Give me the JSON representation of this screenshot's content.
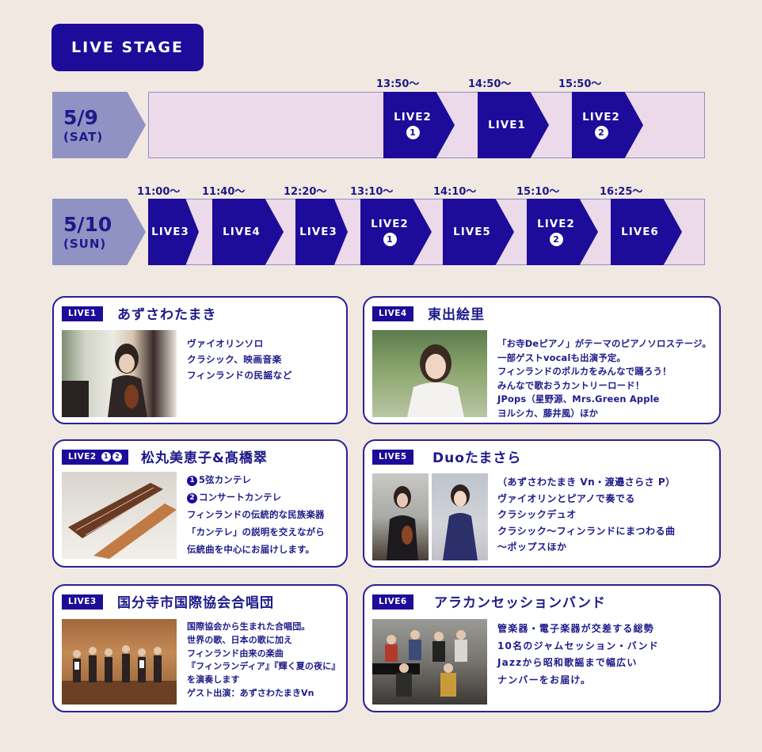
{
  "header": {
    "title": "LIVE STAGE"
  },
  "day1": {
    "date": "5/9",
    "weekday": "(SAT)",
    "times": [
      "13:50～",
      "14:50～",
      "15:50～"
    ],
    "blocks": [
      {
        "label": "LIVE2",
        "num": "1"
      },
      {
        "label": "LIVE1",
        "num": ""
      },
      {
        "label": "LIVE2",
        "num": "2"
      }
    ]
  },
  "day2": {
    "date": "5/10",
    "weekday": "(SUN)",
    "times": [
      "11:00～",
      "11:40～",
      "12:20～",
      "13:10～",
      "14:10～",
      "15:10～",
      "16:25～"
    ],
    "blocks": [
      {
        "label": "LIVE3",
        "num": ""
      },
      {
        "label": "LIVE4",
        "num": ""
      },
      {
        "label": "LIVE3",
        "num": ""
      },
      {
        "label": "LIVE2",
        "num": "1"
      },
      {
        "label": "LIVE5",
        "num": ""
      },
      {
        "label": "LIVE2",
        "num": "2"
      },
      {
        "label": "LIVE6",
        "num": ""
      }
    ]
  },
  "cards": {
    "live1": {
      "tag": "LIVE1",
      "name": "あずさわたまき",
      "lines": [
        "ヴァイオリンソロ",
        "クラシック、映画音楽",
        "フィンランドの民謡など"
      ]
    },
    "live2": {
      "tag": "LIVE2",
      "tag_nums": [
        "1",
        "2"
      ],
      "name": "松丸美恵子&髙橋翠",
      "item1_num": "1",
      "item1": "5弦カンテレ",
      "item2_num": "2",
      "item2": "コンサートカンテレ",
      "lines": [
        "フィンランドの伝統的な民族楽器",
        "「カンテレ」の説明を交えながら",
        "伝統曲を中心にお届けします。"
      ]
    },
    "live3": {
      "tag": "LIVE3",
      "name": "国分寺市国際協会合唱団",
      "lines": [
        "国際協会から生まれた合唱団。",
        "世界の歌、日本の歌に加え",
        "フィンランド由来の楽曲",
        "『フィンランディア』『輝く夏の夜に』",
        "を演奏します",
        "ゲスト出演：あずさわたまきVn"
      ]
    },
    "live4": {
      "tag": "LIVE4",
      "name": "東出絵里",
      "lines": [
        "「お寺Deピアノ」がテーマのピアノソロステージ。",
        "一部ゲストvocalも出演予定。",
        "フィンランドのポルカをみんなで踊ろう！",
        "みんなで歌おうカントリーロード！",
        "JPops（星野源、Mrs.Green Apple",
        "ヨルシカ、藤井風）ほか"
      ]
    },
    "live5": {
      "tag": "LIVE5",
      "name": "Duoたまさら",
      "lines": [
        "（あずさわたまき Vn・渡邉さらさ P）",
        "ヴァイオリンとピアノで奏でる",
        "クラシックデュオ",
        "クラシック～フィンランドにまつわる曲",
        "～ポップスほか"
      ]
    },
    "live6": {
      "tag": "LIVE6",
      "name": "アラカンセッションバンド",
      "lines": [
        "管楽器・電子楽器が交差する総勢",
        "10名のジャムセッション・バンド",
        "Jazzから昭和歌謡まで幅広い",
        "ナンバーをお届け。"
      ]
    }
  }
}
